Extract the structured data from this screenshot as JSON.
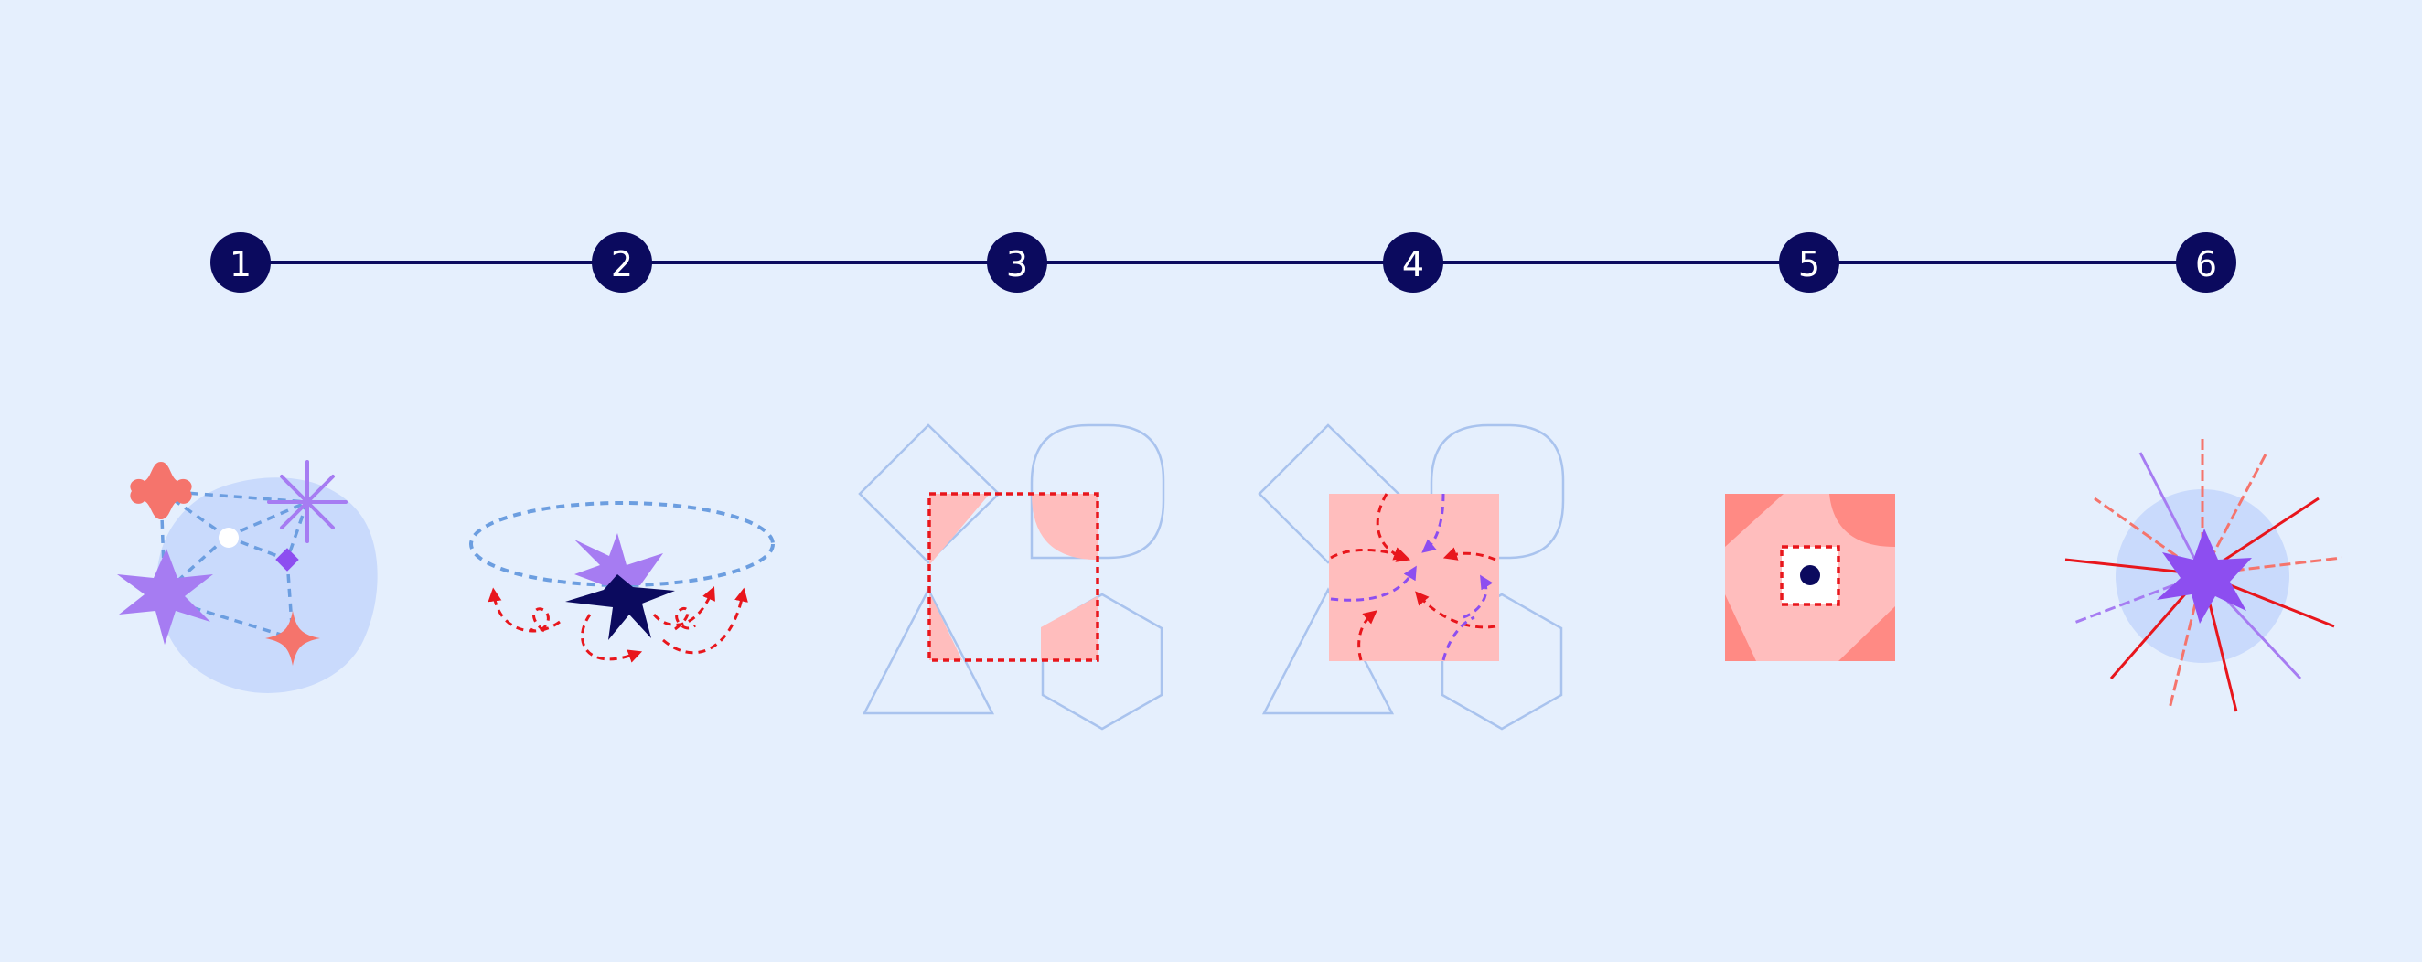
{
  "colors": {
    "background": "#e5effd",
    "navy": "#0b0a5e",
    "coral": "#f5746c",
    "purple": "#a67cf2",
    "violet": "#8d4ef0",
    "blob": "#c9dafc",
    "dash_blue": "#6c9ee0",
    "red": "#e8161c",
    "pink": "#ffbdbd",
    "pink_dark": "#ff8a84",
    "outline": "#a9c3ee"
  },
  "steps": [
    {
      "label": "1",
      "icon": "constellation-icon"
    },
    {
      "label": "2",
      "icon": "orbit-loops-icon"
    },
    {
      "label": "3",
      "icon": "shape-selection-icon"
    },
    {
      "label": "4",
      "icon": "shape-flow-icon"
    },
    {
      "label": "5",
      "icon": "focus-point-icon"
    },
    {
      "label": "6",
      "icon": "radiating-star-icon"
    }
  ]
}
